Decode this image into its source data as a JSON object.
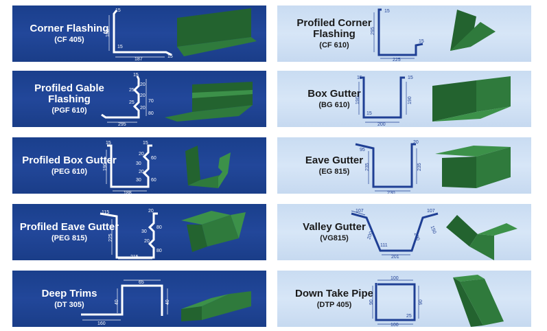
{
  "products": [
    {
      "name": "Corner Flashing",
      "code": "(CF 405)",
      "dims": [
        "15",
        "188",
        "187",
        "15",
        "15"
      ]
    },
    {
      "name": "Profiled Corner Flashing",
      "code": "(CF 610)",
      "dims": [
        "15",
        "295",
        "225",
        "15"
      ]
    },
    {
      "name": "Profiled Gable Flashing",
      "code": "(PGF 610)",
      "dims": [
        "15",
        "295",
        "20",
        "25",
        "20",
        "25",
        "20",
        "70",
        "80"
      ]
    },
    {
      "name": "Box Gutter",
      "code": "(BG 610)",
      "dims": [
        "15",
        "190",
        "200",
        "190",
        "15",
        "15"
      ]
    },
    {
      "name": "Profiled Box Gutter",
      "code": "(PEG 610)",
      "dims": [
        "15",
        "190",
        "188",
        "15",
        "20",
        "30",
        "20",
        "30",
        "60",
        "60"
      ]
    },
    {
      "name": "Eave Gutter",
      "code": "(EG 815)",
      "dims": [
        "95",
        "235",
        "230",
        "235",
        "20"
      ]
    },
    {
      "name": "Profiled Eave Gutter",
      "code": "(PEG 815)",
      "dims": [
        "115",
        "225",
        "215",
        "20",
        "30",
        "20",
        "80",
        "80"
      ]
    },
    {
      "name": "Valley Gutter",
      "code": "(VG815)",
      "dims": [
        "107",
        "200",
        "111",
        "201",
        "200",
        "107",
        "150"
      ]
    },
    {
      "name": "Deep Trims",
      "code": "(DT 305)",
      "dims": [
        "65",
        "40",
        "160",
        "40"
      ]
    },
    {
      "name": "Down Take Pipe",
      "code": "(DTP 405)",
      "dims": [
        "100",
        "90",
        "90",
        "100",
        "25"
      ]
    }
  ]
}
